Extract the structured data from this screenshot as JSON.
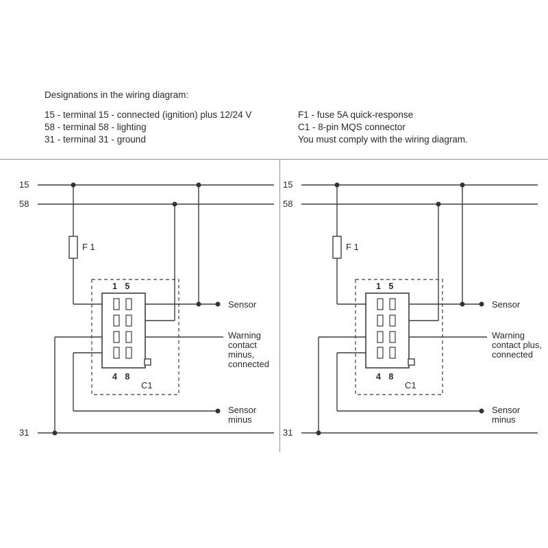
{
  "legend": {
    "title": "Designations in the wiring diagram:",
    "left_items": [
      "15 - terminal 15 - connected (ignition) plus 12/24 V",
      "58 - terminal 58 - lighting",
      "31 - terminal 31 - ground"
    ],
    "right_items": [
      "F1 - fuse 5A quick-response",
      "C1 - 8-pin MQS connector",
      "You must comply with the wiring diagram."
    ]
  },
  "diagrams": {
    "left": {
      "terminal_15": "15",
      "terminal_58": "58",
      "terminal_31": "31",
      "fuse_label": "F 1",
      "pins_top": "1 5",
      "pins_bottom": "4 8",
      "connector_label": "C1",
      "sensor_label": "Sensor",
      "warning_label": "Warning contact minus, connected",
      "sensor_minus_label": "Sensor minus"
    },
    "right": {
      "terminal_15": "15",
      "terminal_58": "58",
      "terminal_31": "31",
      "fuse_label": "F 1",
      "pins_top": "1 5",
      "pins_bottom": "4 8",
      "connector_label": "C1",
      "sensor_label": "Sensor",
      "warning_label": "Warning contact plus, connected",
      "sensor_minus_label": "Sensor minus"
    }
  }
}
